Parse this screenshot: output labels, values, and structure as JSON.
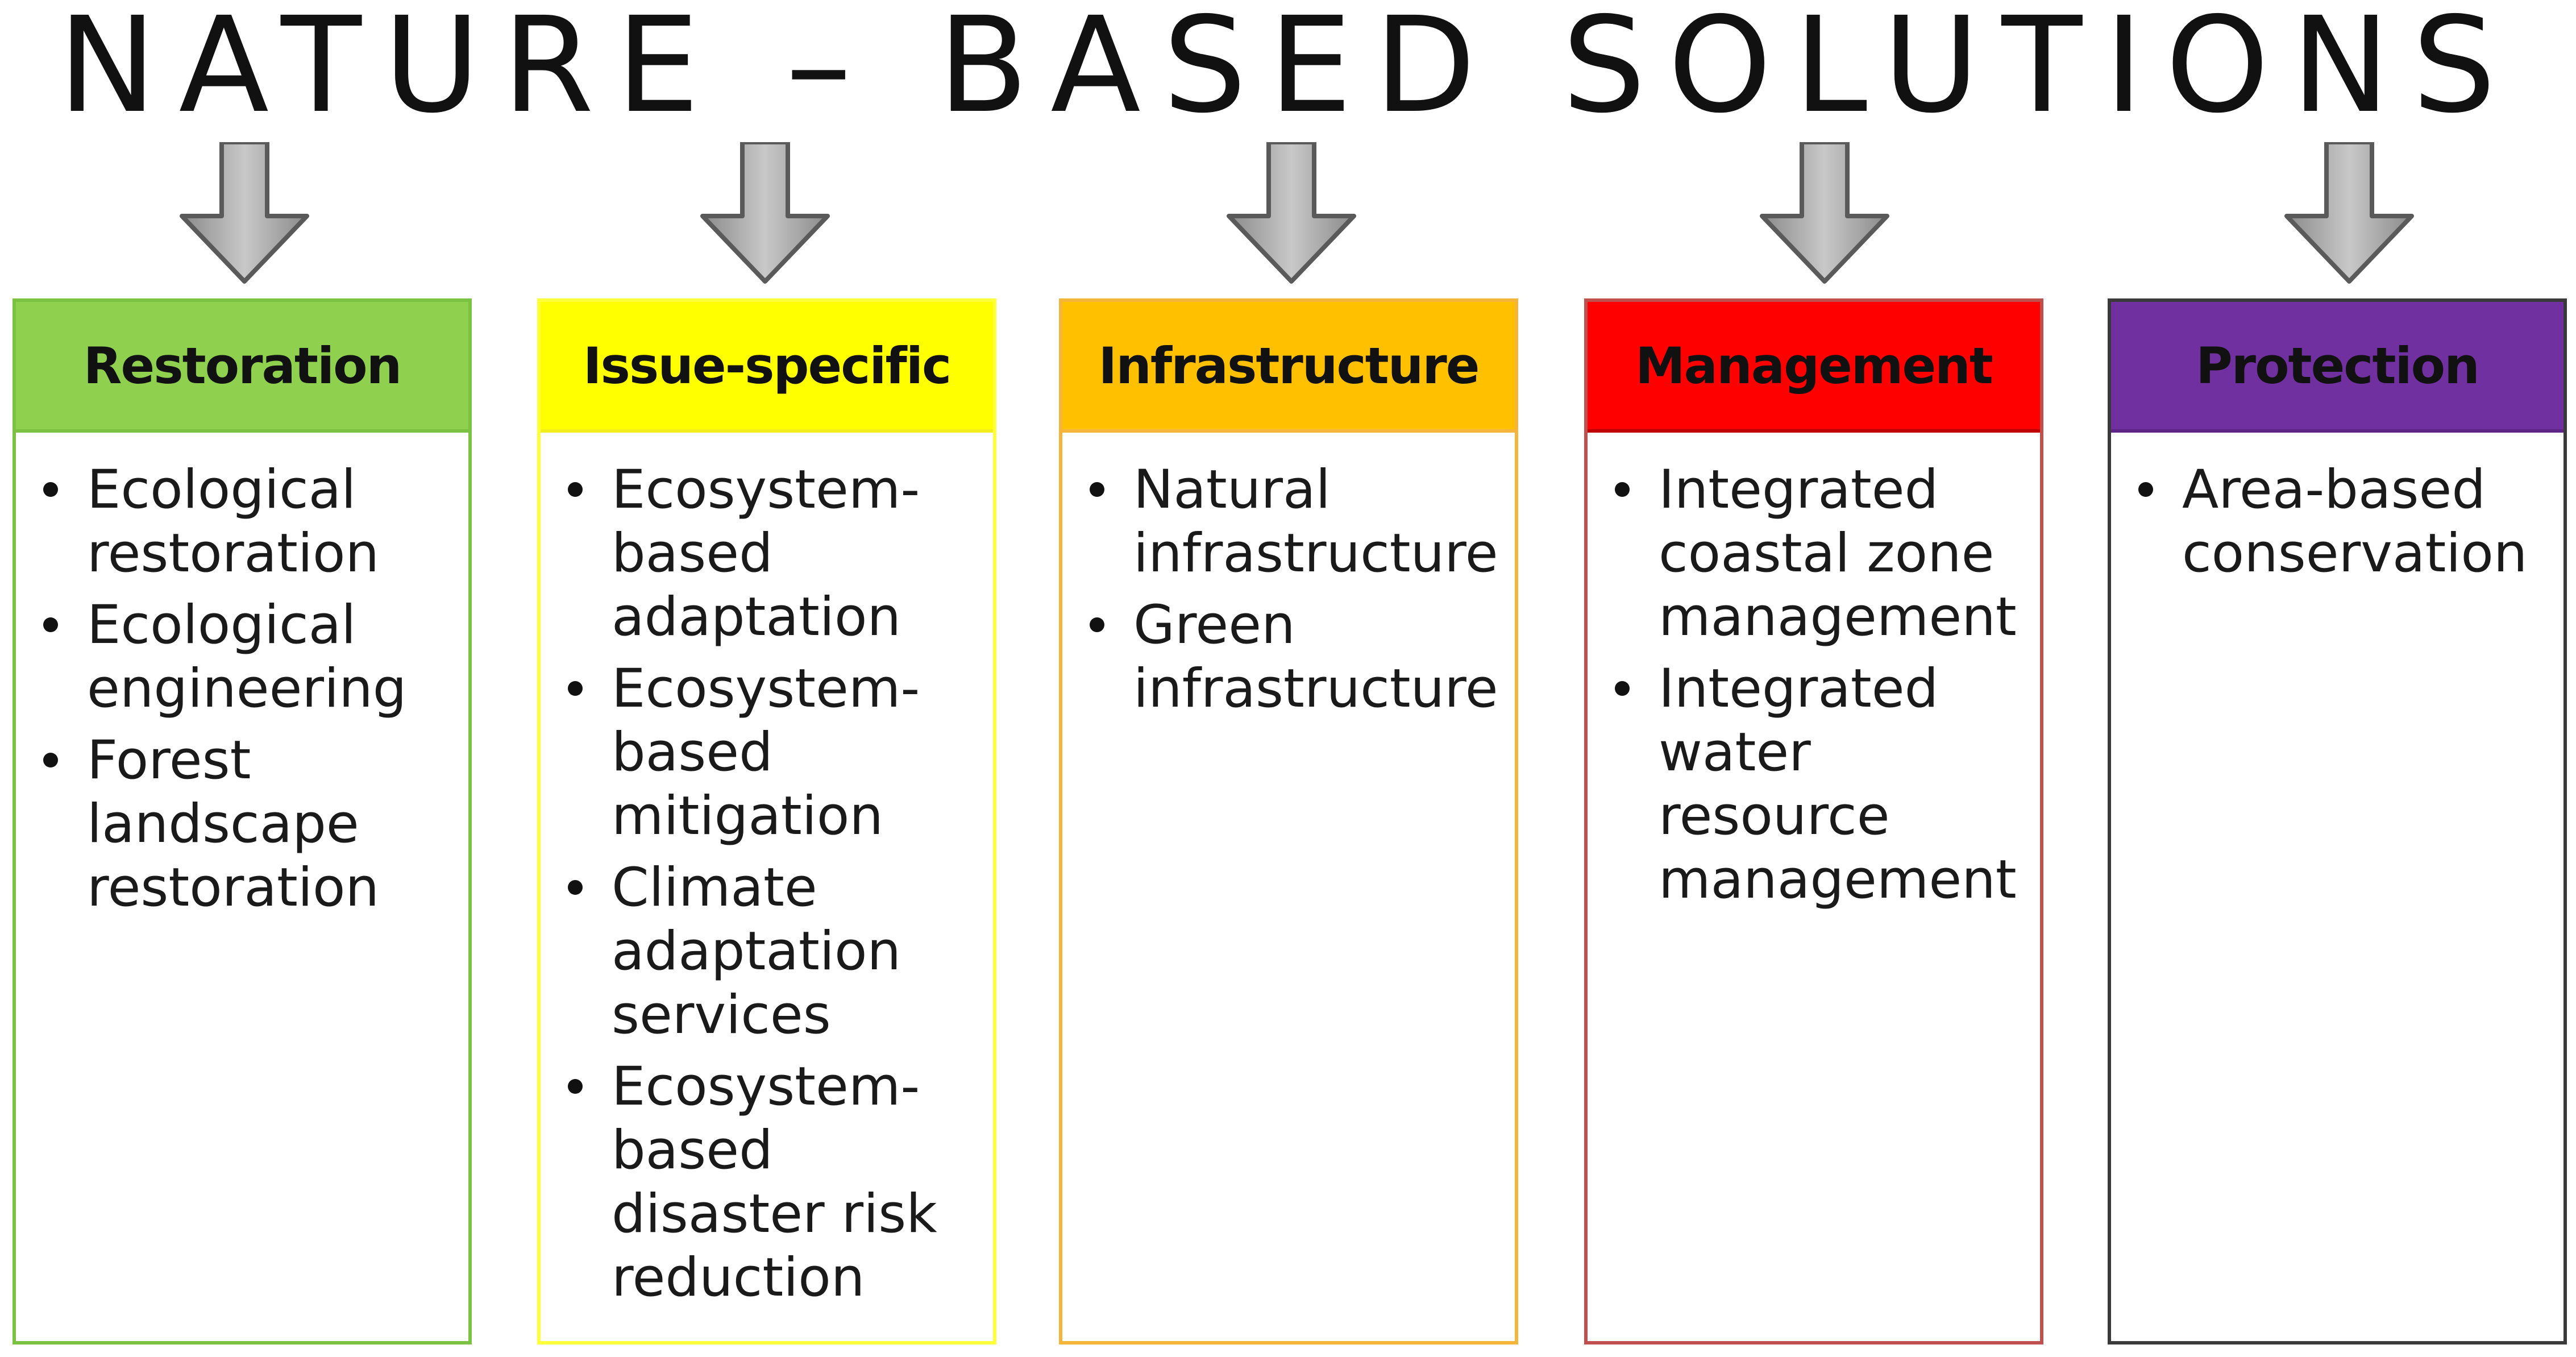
{
  "title": "NATURE – BASED SOLUTIONS",
  "columns": [
    {
      "heading": "Restoration",
      "color": "#8fd14f",
      "items": [
        "Ecological restoration",
        "Ecological engineering",
        "Forest landscape restoration"
      ]
    },
    {
      "heading": "Issue-specific",
      "color": "#ffff00",
      "items": [
        "Ecosystem-based adaptation",
        "Ecosystem-based mitigation",
        "Climate adaptation services",
        "Ecosystem-based disaster risk reduction"
      ]
    },
    {
      "heading": "Infrastructure",
      "color": "#ffc000",
      "items": [
        "Natural infrastructure",
        "Green infrastructure"
      ]
    },
    {
      "heading": "Management",
      "color": "#ff0000",
      "items": [
        "Integrated coastal zone management",
        "Integrated water resource management"
      ]
    },
    {
      "heading": "Protection",
      "color": "#7030a0",
      "items": [
        "Area-based conservation"
      ]
    }
  ],
  "arrow_icon": "down-arrow-icon"
}
